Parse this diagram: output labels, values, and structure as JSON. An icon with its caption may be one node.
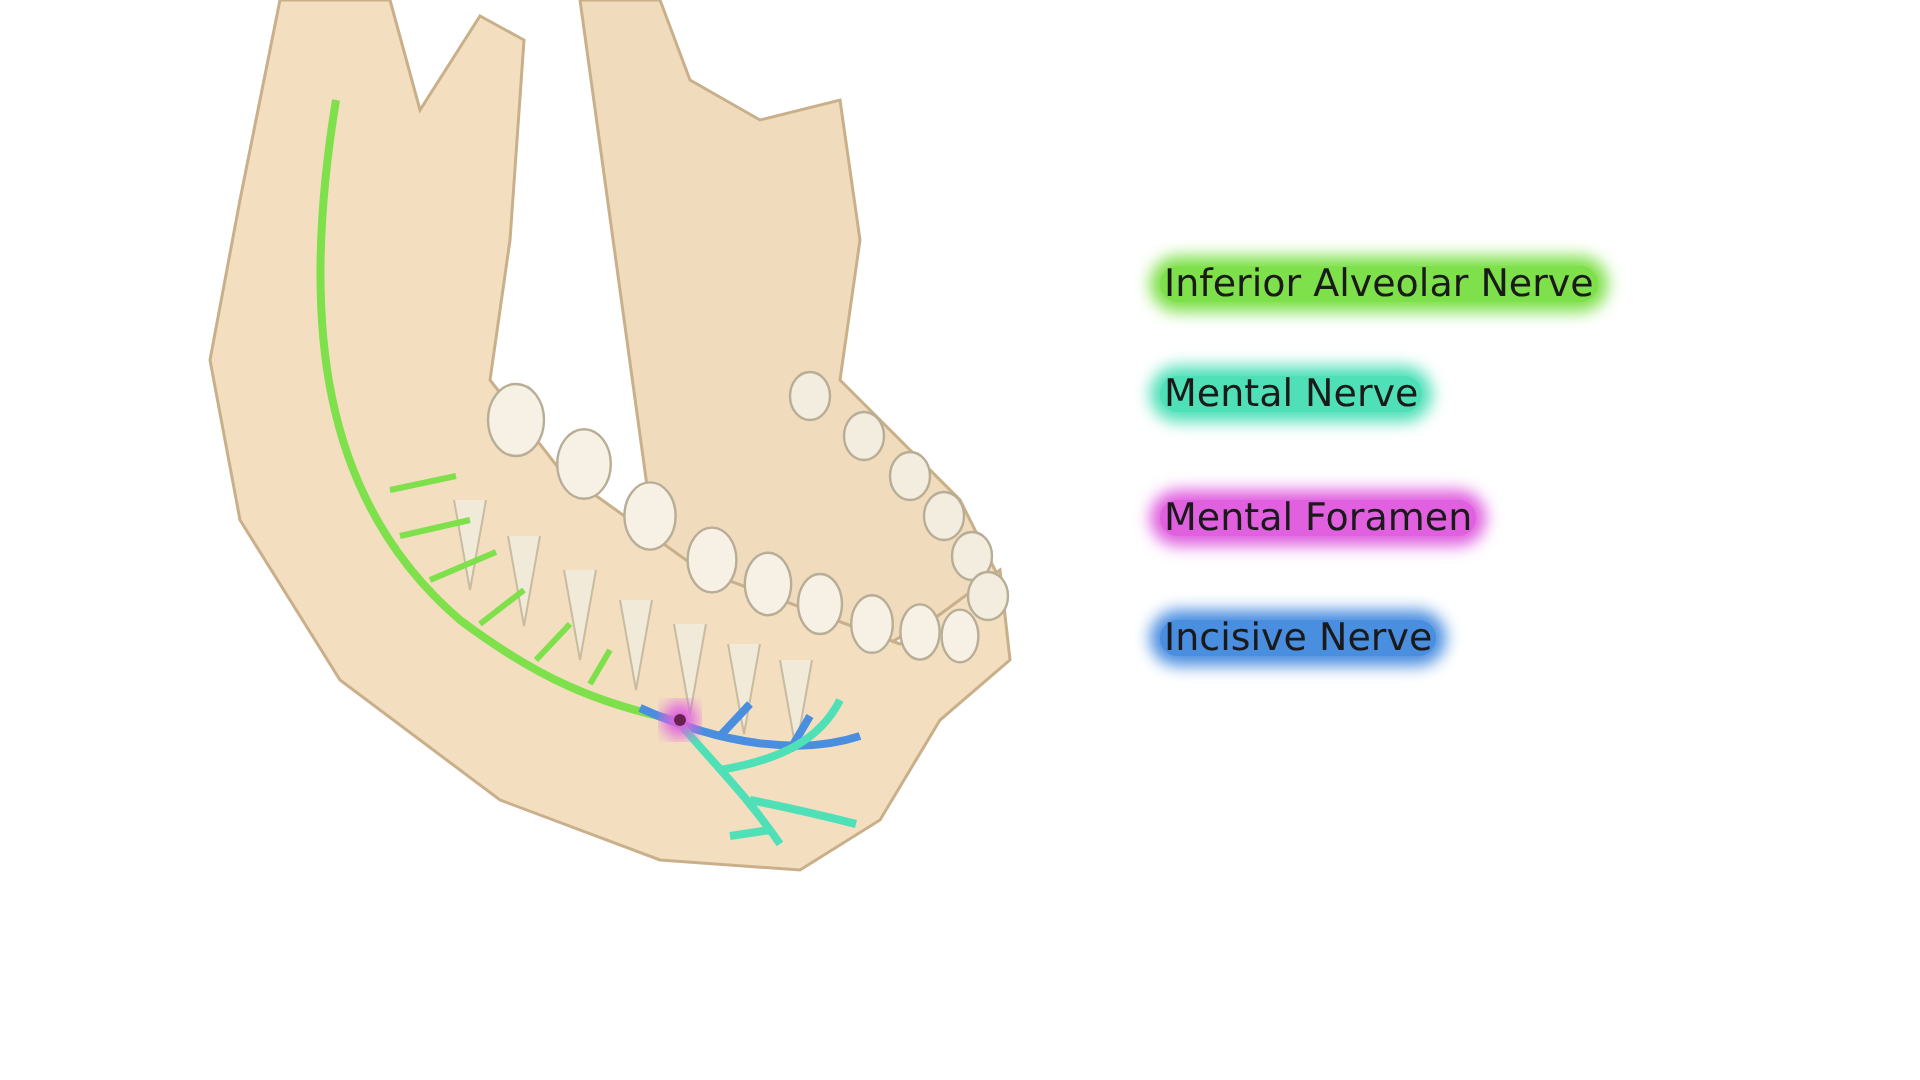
{
  "diagram": {
    "legend": [
      {
        "text": "Inferior Alveolar Nerve",
        "color": "#7ee04a"
      },
      {
        "text": "Mental Nerve",
        "color": "#4fe0b8"
      },
      {
        "text": "Mental Foramen",
        "color": "#e060e0"
      },
      {
        "text": "Incisive Nerve",
        "color": "#4a8ee0"
      }
    ]
  }
}
